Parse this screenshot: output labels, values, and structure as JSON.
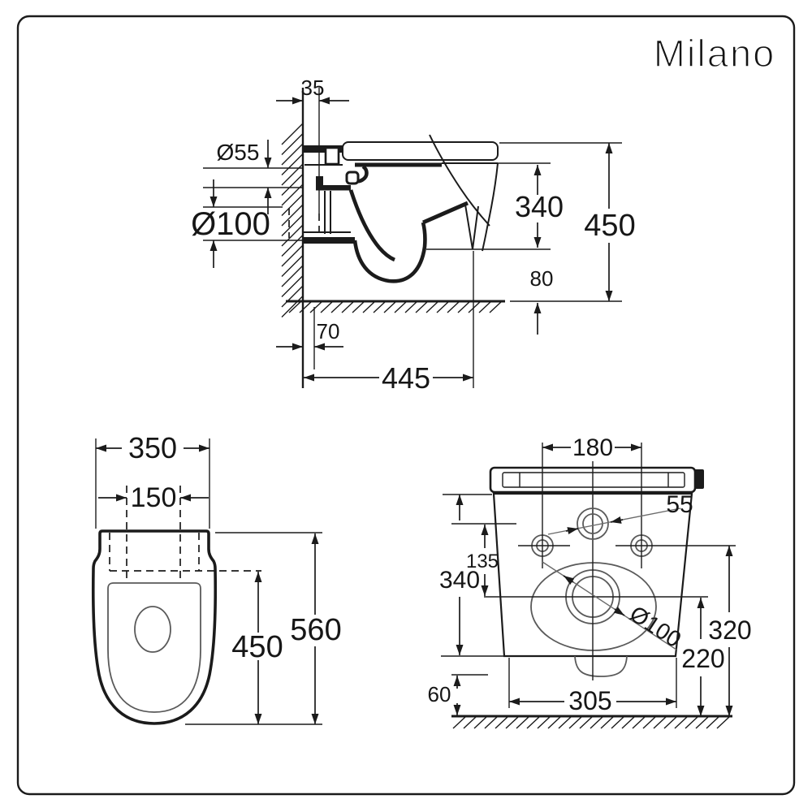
{
  "brand": {
    "logo": "Milano"
  },
  "colors": {
    "ink": "#1b1b1b",
    "thin_line": "#5a5a5a",
    "background": "#ffffff"
  },
  "views": {
    "side": {
      "name": "side-elevation",
      "dims": {
        "wall_offset": "35",
        "inlet_diameter": "Ø55",
        "outlet_diameter": "Ø100",
        "rim_to_underside": "340",
        "floor_to_rim": "450",
        "underside_clearance": "80",
        "outlet_offset": "70",
        "projection": "445"
      }
    },
    "plan": {
      "name": "plan-view",
      "dims": {
        "overall_width": "350",
        "fixing_centres": "150",
        "rim_length": "450",
        "overall_depth": "560"
      }
    },
    "rear": {
      "name": "rear-elevation",
      "dims": {
        "fixing_centres": "180",
        "inlet_diameter": "55",
        "inlet_to_outlet": "135",
        "body_height": "340",
        "outlet_diameter": "Ø100",
        "fixing_height": "320",
        "outlet_height": "220",
        "trap_clearance": "60",
        "body_width": "305"
      }
    }
  }
}
